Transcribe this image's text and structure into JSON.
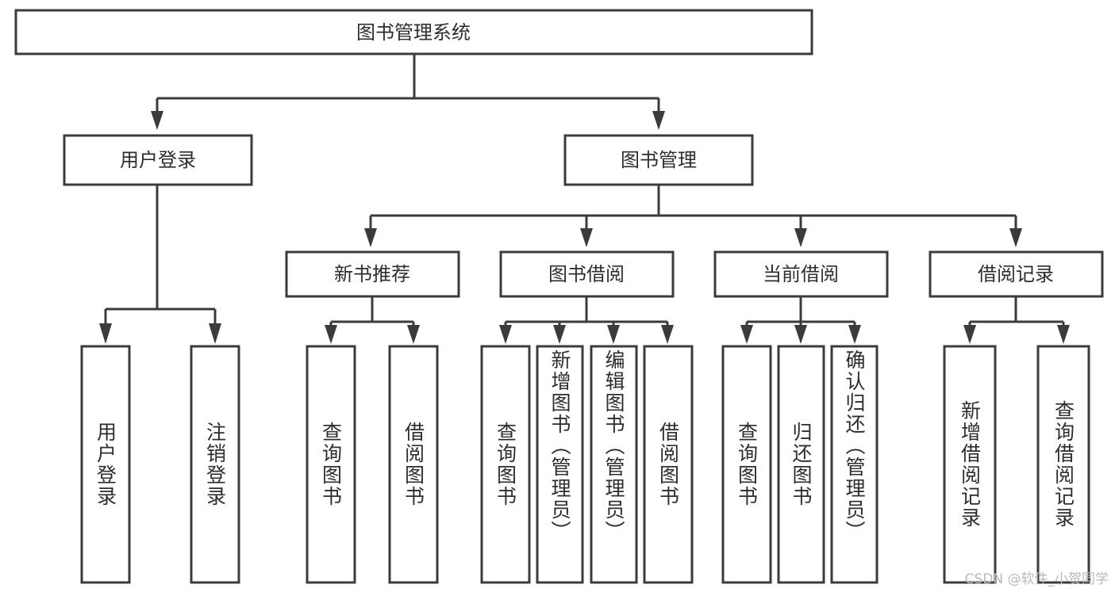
{
  "diagram": {
    "type": "tree-hierarchy",
    "title": "图书管理系统",
    "watermark": "CSDN @软件_小贺同学",
    "colors": {
      "stroke": "#3b3b3b",
      "fill": "#ffffff",
      "text": "#2d2d2d",
      "watermark": "#b9b9b9",
      "background": "#ffffff"
    },
    "root": {
      "label": "图书管理系统"
    },
    "level2": [
      {
        "label": "用户登录"
      },
      {
        "label": "图书管理"
      }
    ],
    "level3": [
      {
        "label": "新书推荐"
      },
      {
        "label": "图书借阅"
      },
      {
        "label": "当前借阅"
      },
      {
        "label": "借阅记录"
      }
    ],
    "leaves": {
      "user_login": [
        {
          "label": "用户登录"
        },
        {
          "label": "注销登录"
        }
      ],
      "new_book_recommend": [
        {
          "label": "查询图书"
        },
        {
          "label": "借阅图书"
        }
      ],
      "book_borrow": [
        {
          "label": "查询图书"
        },
        {
          "label": "新增图书（管理员）"
        },
        {
          "label": "编辑图书（管理员）"
        },
        {
          "label": "借阅图书"
        }
      ],
      "current_borrow": [
        {
          "label": "查询图书"
        },
        {
          "label": "归还图书"
        },
        {
          "label": "确认归还（管理员）"
        }
      ],
      "borrow_record": [
        {
          "label": "新增借阅记录"
        },
        {
          "label": "查询借阅记录"
        }
      ]
    }
  }
}
